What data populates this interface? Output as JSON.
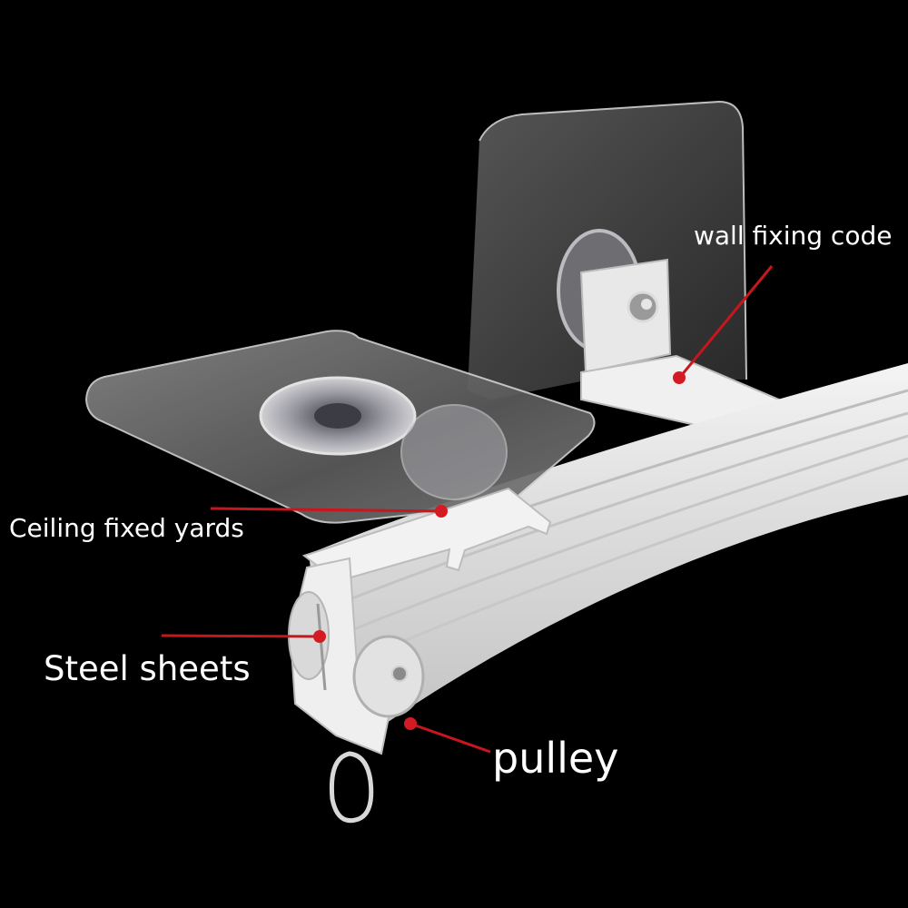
{
  "labels": {
    "wall_fixing": "wall fixing code",
    "ceiling_fixed": "Ceiling fixed yards",
    "steel_sheets": "Steel sheets",
    "pulley": "pulley"
  },
  "colors": {
    "background": "#000000",
    "label_text": "#ffffff",
    "pointer_line": "#c8161d",
    "rail": "#eeeeee"
  }
}
